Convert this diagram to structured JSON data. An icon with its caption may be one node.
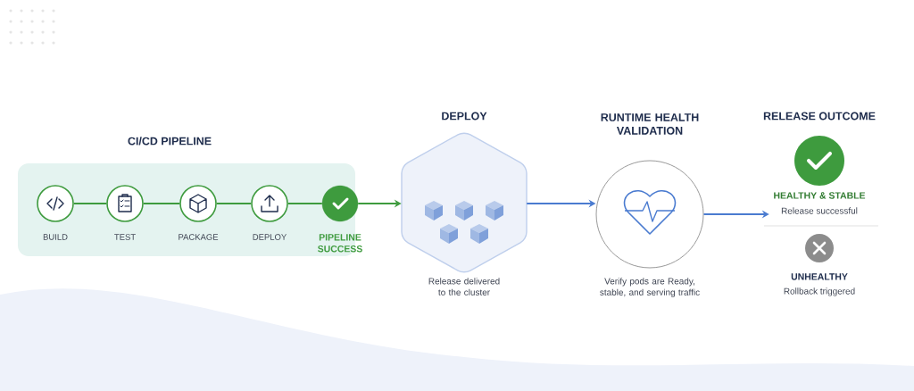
{
  "diagram": {
    "nodes": [
      {
        "text": [
          "CI/CD PIPELINE"
        ]
      },
      {
        "text": [
          "BUILD"
        ],
        "in": 0
      },
      {
        "text": [
          "TEST"
        ],
        "in": 0
      },
      {
        "text": [
          "PACKAGE"
        ],
        "in": 0
      },
      {
        "text": [
          "DEPLOY"
        ],
        "in": 0
      },
      {
        "text": [
          "PIPELINE SUCCESS"
        ],
        "in": 0
      },
      {
        "text": [
          "DEPLOY",
          "Release delivered to the cluster"
        ]
      },
      {
        "text": [
          "RUNTIME HEALTH VALIDATION",
          "Verify pods are Ready, stable, and serving traffic"
        ]
      },
      {
        "text": [
          "HEALTHY & STABLE",
          "Release successful"
        ]
      },
      {
        "text": [
          "UNHEALTHY",
          "Rollback triggered"
        ]
      }
    ],
    "edges": [
      {
        "from": 1,
        "to": 2,
        "arrow": "none"
      },
      {
        "from": 2,
        "to": 3,
        "arrow": "none"
      },
      {
        "from": 3,
        "to": 4,
        "arrow": "none"
      },
      {
        "from": 4,
        "to": 5,
        "arrow": "none"
      },
      {
        "from": 5,
        "to": 6,
        "arrow": "to"
      },
      {
        "from": 6,
        "to": 7,
        "arrow": "to",
        "color": "#4a7bd0"
      },
      {
        "from": 7,
        "to": 8,
        "arrow": "to",
        "color": "#4a7bd0"
      }
    ],
    "labels": [
      "RELEASE OUTCOME"
    ]
  }
}
